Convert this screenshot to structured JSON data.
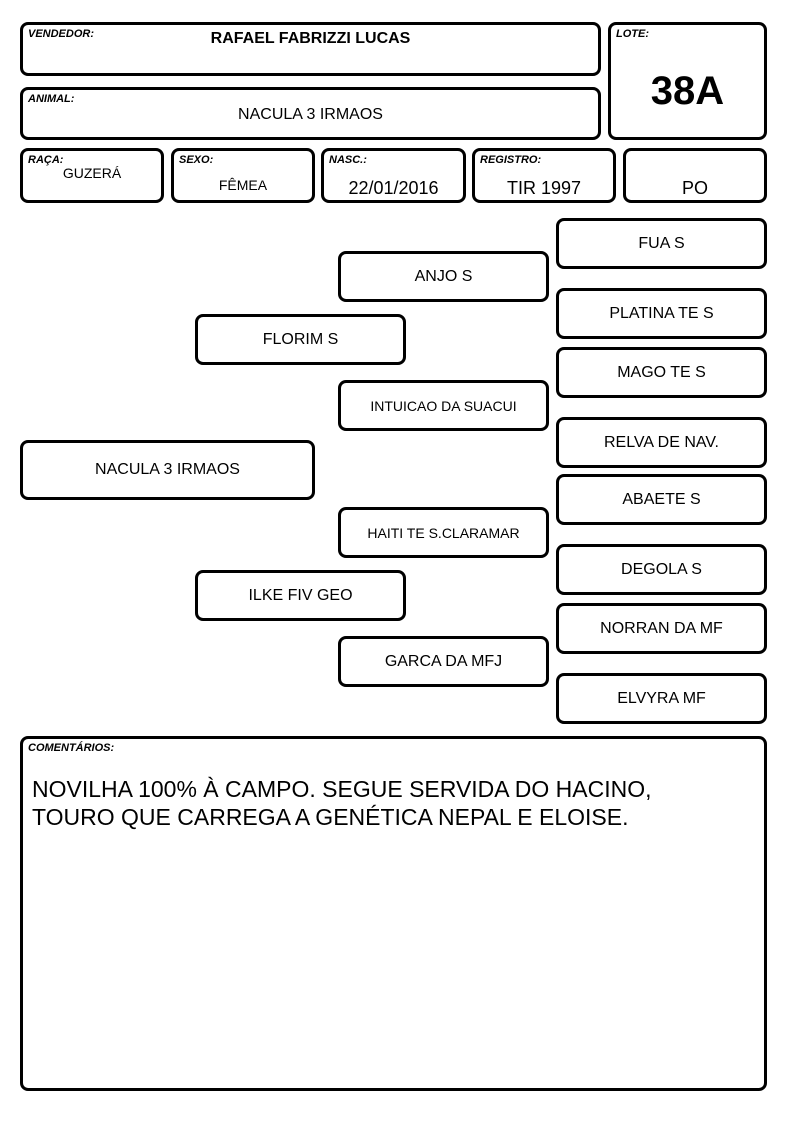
{
  "vendedor": {
    "label": "VENDEDOR:",
    "value": "RAFAEL FABRIZZI LUCAS"
  },
  "lote": {
    "label": "LOTE:",
    "value": "38A"
  },
  "animal": {
    "label": "ANIMAL:",
    "value": "NACULA 3 IRMAOS"
  },
  "raca": {
    "label": "RAÇA:",
    "value": "GUZERÁ"
  },
  "sexo": {
    "label": "SEXO:",
    "value": "FÊMEA"
  },
  "nasc": {
    "label": "NASC.:",
    "value": "22/01/2016"
  },
  "registro": {
    "label": "REGISTRO:",
    "value": "TIR 1997"
  },
  "categoria": {
    "value": "PO"
  },
  "pedigree": {
    "animal": "NACULA 3 IRMAOS",
    "sire": "FLORIM S",
    "dam": "ILKE FIV GEO",
    "sire_sire": "ANJO S",
    "sire_dam": "INTUICAO DA SUACUI",
    "dam_sire": "HAITI TE S.CLARAMAR",
    "dam_dam": "GARCA DA MFJ",
    "ggp": [
      "FUA S",
      "PLATINA TE S",
      "MAGO TE S",
      "RELVA DE NAV.",
      "ABAETE S",
      "DEGOLA S",
      "NORRAN DA MF",
      "ELVYRA MF"
    ]
  },
  "comentarios": {
    "label": "COMENTÁRIOS:",
    "line1": "NOVILHA 100% À CAMPO. SEGUE SERVIDA DO HACINO,",
    "line2": "TOURO QUE CARREGA A GENÉTICA NEPAL E ELOISE."
  }
}
